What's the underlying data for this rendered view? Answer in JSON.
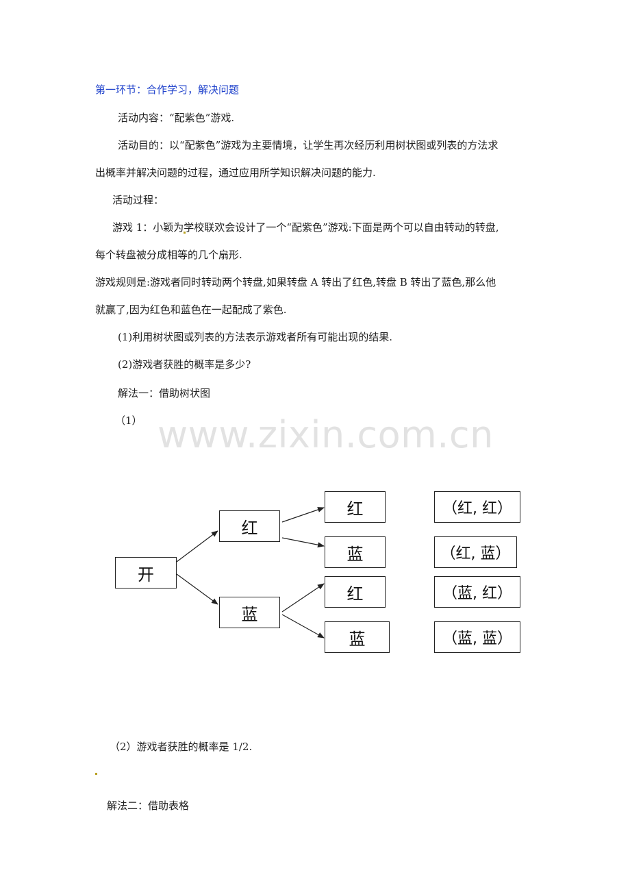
{
  "section_title": "第一环节：合作学习，解决问题",
  "activity_content": "活动内容：“配紫色”游戏.",
  "activity_goal_1": "活动目的：以“配紫色”游戏为主要情境，让学生再次经历利用树状图或列表的方法求",
  "activity_goal_2": "出概率并解决问题的过程，通过应用所学知识解决问题的能力.",
  "activity_process": "活动过程：",
  "game1_line1": "游戏 1：小颖为学校联欢会设计了一个“配紫色”游戏:下面是两个可以自由转动的转盘,",
  "game1_line2": "每个转盘被分成相等的几个扇形.",
  "rule_line1": "游戏规则是:游戏者同时转动两个转盘,如果转盘 A 转出了红色,转盘 B 转出了蓝色,那么他",
  "rule_line2": "就赢了,因为红色和蓝色在一起配成了紫色.",
  "question1": "(1)利用树状图或列表的方法表示游戏者所有可能出现的结果.",
  "question2": "(2)游戏者获胜的概率是多少?",
  "method1": "解法一：借助树状图",
  "label_1": "（1）",
  "watermark": "www.zixin.com.cn",
  "tree": {
    "root": "开",
    "level1": [
      "红",
      "蓝"
    ],
    "level2": [
      "红",
      "蓝",
      "红",
      "蓝"
    ],
    "results": [
      "（红, 红）",
      "（红, 蓝）",
      "（蓝, 红）",
      "（蓝, 蓝）"
    ]
  },
  "answer2": "（2）游戏者获胜的概率是 1/2.",
  "method2": "解法二：借助表格"
}
